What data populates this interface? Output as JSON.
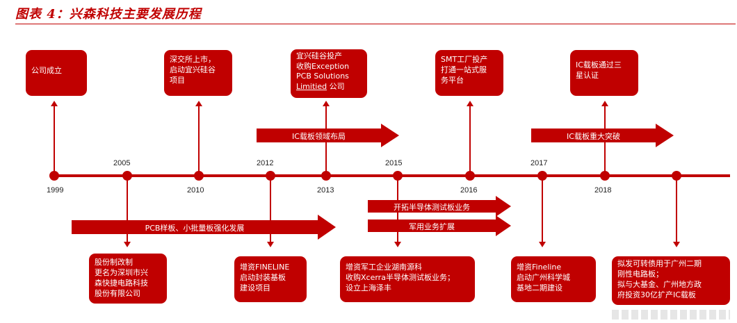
{
  "figure_title": "图表 4：兴森科技主要发展历程",
  "years": [
    "1999",
    "2005",
    "2010",
    "2012",
    "2013",
    "2015",
    "2016",
    "2017",
    "2018"
  ],
  "top_boxes": [
    {
      "id": "1999",
      "text": "公司成立"
    },
    {
      "id": "2010",
      "text": "深交所上市，\n启动宜兴硅谷\n项目"
    },
    {
      "id": "2013a",
      "text": "宜兴硅谷投产\n收购Exception\nPCB Solutions",
      "underlined": "Limitied",
      "suffix": " 公司"
    },
    {
      "id": "2016",
      "text": "SMT工厂投产\n打通一站式服\n务平台"
    },
    {
      "id": "2018",
      "text": "IC载板通过三\n星认证"
    }
  ],
  "bottom_boxes": [
    {
      "id": "2005",
      "text": "股份制改制\n更名为深圳市兴\n森快捷电路科技\n股份有限公司"
    },
    {
      "id": "2012",
      "text": "增资FINELINE\n启动封装基板\n建设项目"
    },
    {
      "id": "2015",
      "text": "增资军工企业湖南源科\n收购Xcerra半导体测试板业务；\n设立上海泽丰"
    },
    {
      "id": "2017",
      "text": "增资Fineline\n启动广州科学城\n基地二期建设"
    },
    {
      "id": "2018b",
      "text": "拟发可转债用于广州二期\n刚性电路板；\n拟与大基金、广州地方政\n府投资30亿扩产IC载板"
    }
  ],
  "arrows": [
    {
      "id": "ic-layout",
      "label": "IC载板领域布局"
    },
    {
      "id": "ic-breakthrough",
      "label": "IC载板重大突破"
    },
    {
      "id": "pcb",
      "label": "PCB样板、小批量板强化发展"
    },
    {
      "id": "semi-test",
      "label": "开拓半导体测试板业务"
    },
    {
      "id": "military",
      "label": "军用业务扩展"
    }
  ],
  "colors": {
    "accent": "#c00000",
    "text_on_accent": "#ffffff"
  }
}
